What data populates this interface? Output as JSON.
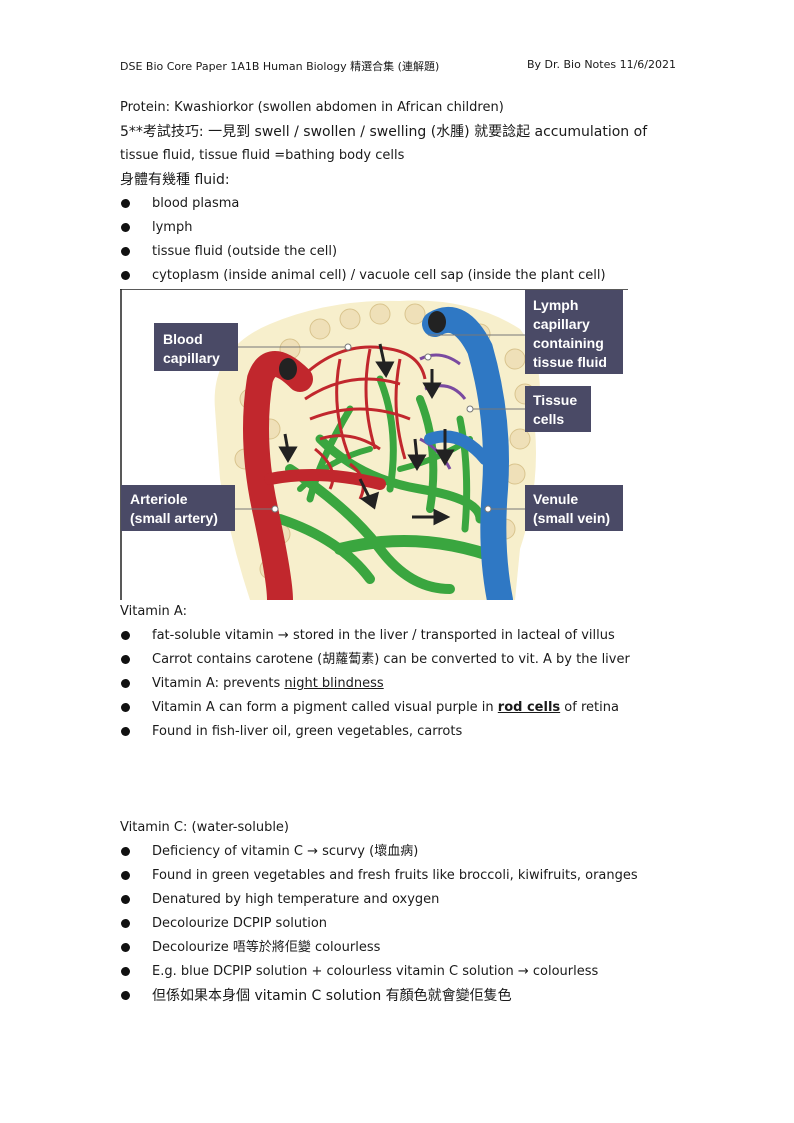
{
  "header": {
    "left": "DSE Bio Core Paper 1A1B Human Biology  精選合集  (連解題)",
    "right": "By Dr. Bio Notes 11/6/2021"
  },
  "protein": {
    "line1": "Protein: Kwashiorkor (swollen abdomen in African children)",
    "line2": "5**考試技巧:  一見到 swell / swollen / swelling (水腫)  就要諗起 accumulation of",
    "line3": "tissue fluid, tissue fluid =bathing body cells",
    "line4": "身體有幾種 fluid:",
    "bullets": [
      "blood plasma",
      "lymph",
      "tissue fluid (outside the cell)",
      "cytoplasm (inside animal cell) / vacuole cell sap (inside the plant cell)"
    ]
  },
  "figure": {
    "labels": {
      "blood_capillary": [
        "Blood",
        "capillary"
      ],
      "lymph_capillary": [
        "Lymph",
        "capillary",
        "containing",
        "tissue fluid"
      ],
      "tissue_cells": [
        "Tissue",
        "cells"
      ],
      "arteriole": [
        "Arteriole",
        "(small artery)"
      ],
      "venule": [
        "Venule",
        "(small vein)"
      ]
    },
    "colors": {
      "label_bg": "#4a4a66",
      "artery": "#c1272d",
      "vein": "#2f78c4",
      "lymph": "#3aa63f",
      "tissue": "#f7efcc"
    }
  },
  "vitamin_a": {
    "title": "Vitamin A:",
    "b1_a": "fat-soluble vitamin ",
    "b1_arrow": "→",
    "b1_b": " stored in the liver / transported in lacteal of villus",
    "b2": "Carrot contains carotene (胡蘿蔔素) can be converted to vit. A by the liver",
    "b3_a": "Vitamin A: prevents ",
    "b3_u": "night blindness",
    "b4_a": "Vitamin A can form a pigment called visual purple in ",
    "b4_u": "rod cells",
    "b4_b": " of retina",
    "b5": "Found in fish-liver oil, green vegetables, carrots"
  },
  "vitamin_c": {
    "title": "Vitamin C: (water-soluble)",
    "b1_a": "Deficiency of vitamin C ",
    "b1_arrow": "→",
    "b1_b": " scurvy (壞血病)",
    "b2": "Found in green vegetables and fresh fruits like broccoli, kiwifruits, oranges",
    "b3": "Denatured by high temperature and oxygen",
    "b4": "Decolourize DCPIP solution",
    "b5": "Decolourize  唔等於將佢變 colourless",
    "b6_a": "E.g. blue DCPIP solution + colourless vitamin C solution ",
    "b6_arrow": "→",
    "b6_b": " colourless",
    "b7": "但係如果本身個 vitamin C solution  有顏色就會變佢隻色"
  }
}
